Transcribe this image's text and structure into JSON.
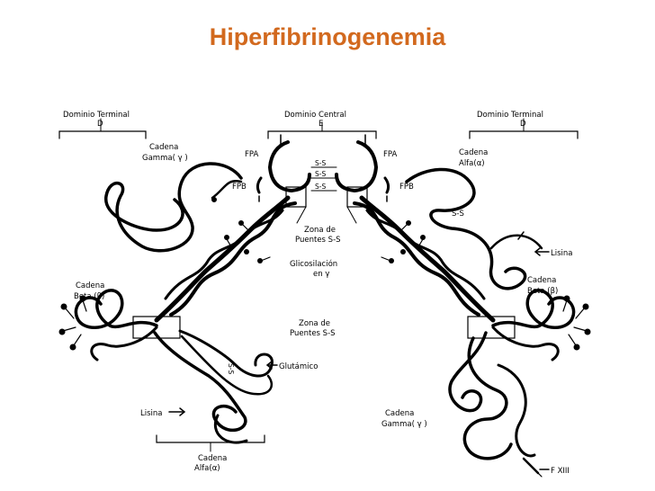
{
  "slide": {
    "title": "Hiperfibrinogenemia",
    "title_color": "#d2691e"
  },
  "diagram": {
    "domains": {
      "left_terminal": "Dominio  Terminal",
      "left_terminal_letter": "D",
      "central": "Dominio  Central",
      "central_letter": "E",
      "right_terminal": "Dominio  Terminal",
      "right_terminal_letter": "D"
    },
    "labels": {
      "fpa_left": "FPA",
      "fpa_right": "FPA",
      "fpb_left": "FPB",
      "fpb_right": "FPB",
      "ss_1": "S-S",
      "ss_2": "S-S",
      "ss_3": "S-S",
      "zona_puentes_top_1": "Zona de",
      "zona_puentes_top_2": "Puentes S-S",
      "glicosilacion_1": "Glicosilación",
      "glicosilacion_2": "en γ",
      "zona_puentes_bottom_1": "Zona de",
      "zona_puentes_bottom_2": "Puentes S-S",
      "gamma_left_1": "Cadena",
      "gamma_left_2": "Gamma( γ )",
      "alfa_right_1": "Cadena",
      "alfa_right_2": "Alfa(α)",
      "ss_right": "S-S",
      "lisina_right": "Lisina",
      "beta_left_1": "Cadena",
      "beta_left_2": "Beta (β)",
      "beta_right_1": "Cadena",
      "beta_right_2": "Beta (β)",
      "glutamico": "Glutámico",
      "ss_vertical": "S-S",
      "lisina_left": "Lisina",
      "alfa_bottom_1": "Cadena",
      "alfa_bottom_2": "Alfa(α)",
      "gamma_right_1": "Cadena",
      "gamma_right_2": "Gamma( γ )",
      "fxiii": "F XIII"
    }
  }
}
